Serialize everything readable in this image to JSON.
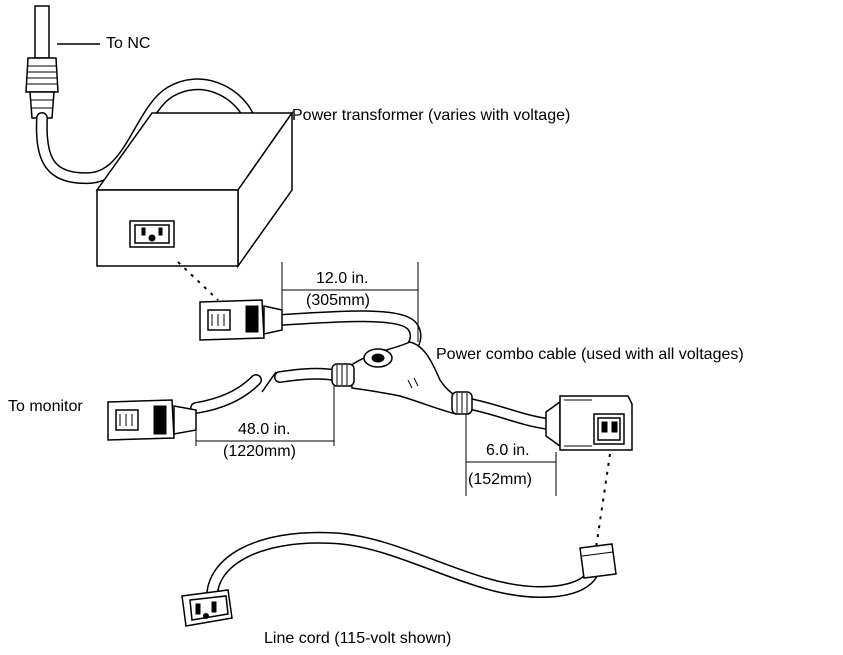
{
  "labels": {
    "to_nc": "To NC",
    "power_transformer": "Power transformer (varies with voltage)",
    "dim_12_in": "12.0 in.",
    "dim_305_mm": "(305mm)",
    "power_combo_cable": "Power combo cable (used with all voltages)",
    "to_monitor": "To monitor",
    "dim_48_in": "48.0 in.",
    "dim_1220_mm": "(1220mm)",
    "dim_6_in": "6.0 in.",
    "dim_152_mm": "(152mm)",
    "line_cord": "Line cord (115-volt shown)"
  },
  "colors": {
    "ink": "#000000",
    "paper": "#ffffff"
  }
}
